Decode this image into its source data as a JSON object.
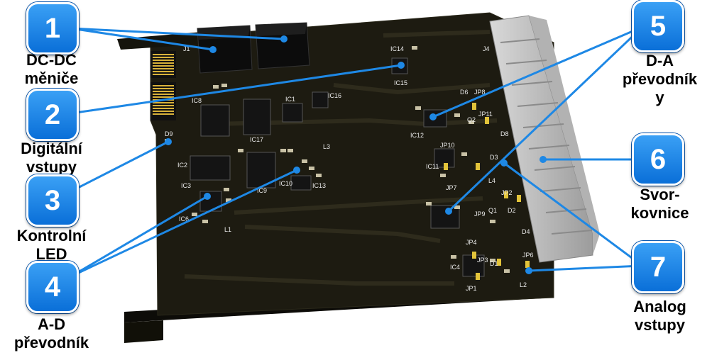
{
  "callouts": [
    {
      "number": "1",
      "label_lines": [
        "DC-DC",
        "měniče"
      ]
    },
    {
      "number": "2",
      "label_lines": [
        "Digitální",
        "vstupy"
      ]
    },
    {
      "number": "3",
      "label_lines": [
        "Kontrolní",
        "LED"
      ]
    },
    {
      "number": "4",
      "label_lines": [
        "A-D",
        "převodník"
      ]
    },
    {
      "number": "5",
      "label_lines": [
        "D-A",
        "převodník",
        "y"
      ]
    },
    {
      "number": "6",
      "label_lines": [
        "Svor-",
        "kovnice"
      ]
    },
    {
      "number": "7",
      "label_lines": [
        "Analog",
        "vstupy"
      ]
    }
  ],
  "silkscreen": {
    "ic8": "IC8",
    "ic1": "IC1",
    "ic16": "IC16",
    "ic17": "IC17",
    "ic15": "IC15",
    "ic14": "IC14",
    "ic2": "IC2",
    "ic3": "IC3",
    "ic6": "IC6",
    "ic9": "IC9",
    "ic13": "IC13",
    "ic10": "IC10",
    "l1": "L1",
    "l3": "L3",
    "l4": "L4",
    "l2": "L2",
    "d9": "D9",
    "j4": "J4",
    "d6": "D6",
    "jp8": "JP8",
    "jp11": "JP11",
    "q2": "Q2",
    "ic12": "IC12",
    "d8": "D8",
    "jp10": "JP10",
    "ic11": "IC11",
    "jp7": "JP7",
    "d3": "D3",
    "jp2": "JP2",
    "q1": "Q1",
    "d2": "D2",
    "d4": "D4",
    "jp4": "JP4",
    "jp3": "JP3",
    "jp6": "JP6",
    "ic4": "IC4",
    "jp1": "JP1",
    "jp9": "JP9",
    "d1": "D1",
    "j1": "J1"
  },
  "colors": {
    "badge": "#1e88e5",
    "line": "#1e88e5",
    "pcb": "#1c1a10",
    "connector": "#c8c8c8"
  }
}
